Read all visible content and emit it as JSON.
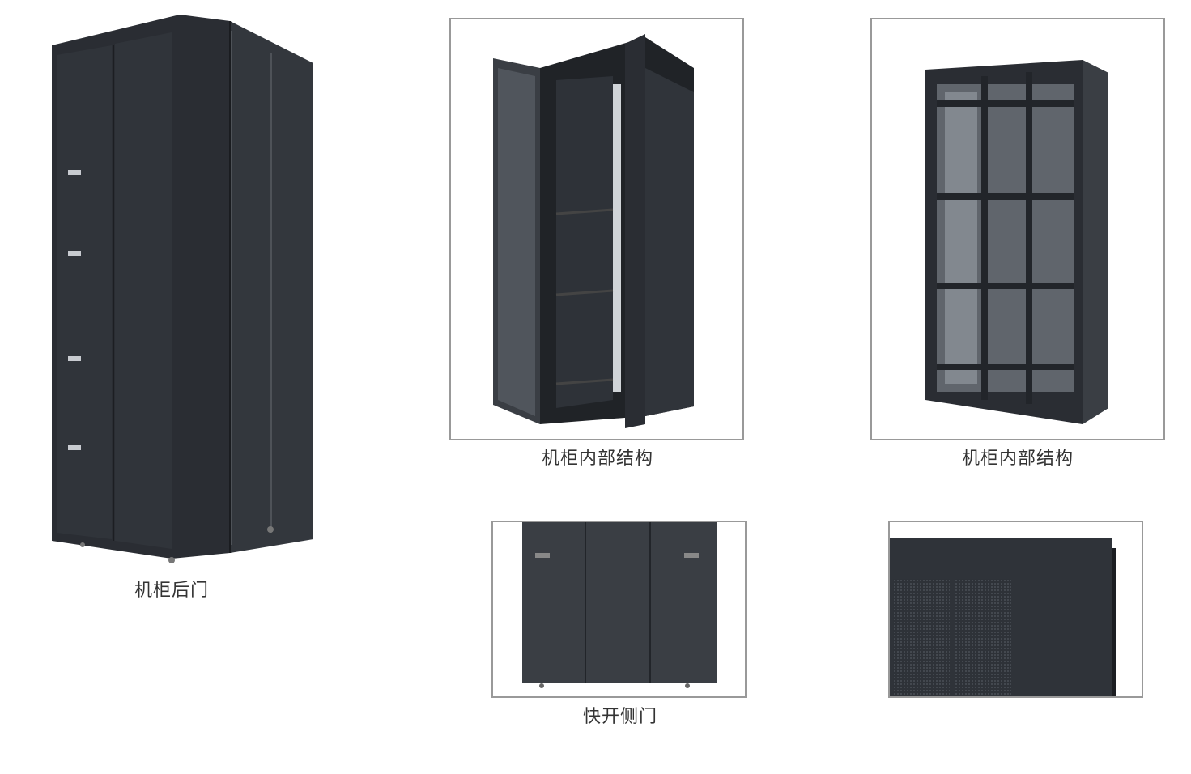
{
  "captions": {
    "rear_door": "机柜后门",
    "internal_1": "机柜内部结构",
    "internal_2": "机柜内部结构",
    "side_door": "快开侧门"
  },
  "colors": {
    "cabinet": "#2f3339",
    "frame_border": "#999999",
    "caption": "#333333"
  }
}
